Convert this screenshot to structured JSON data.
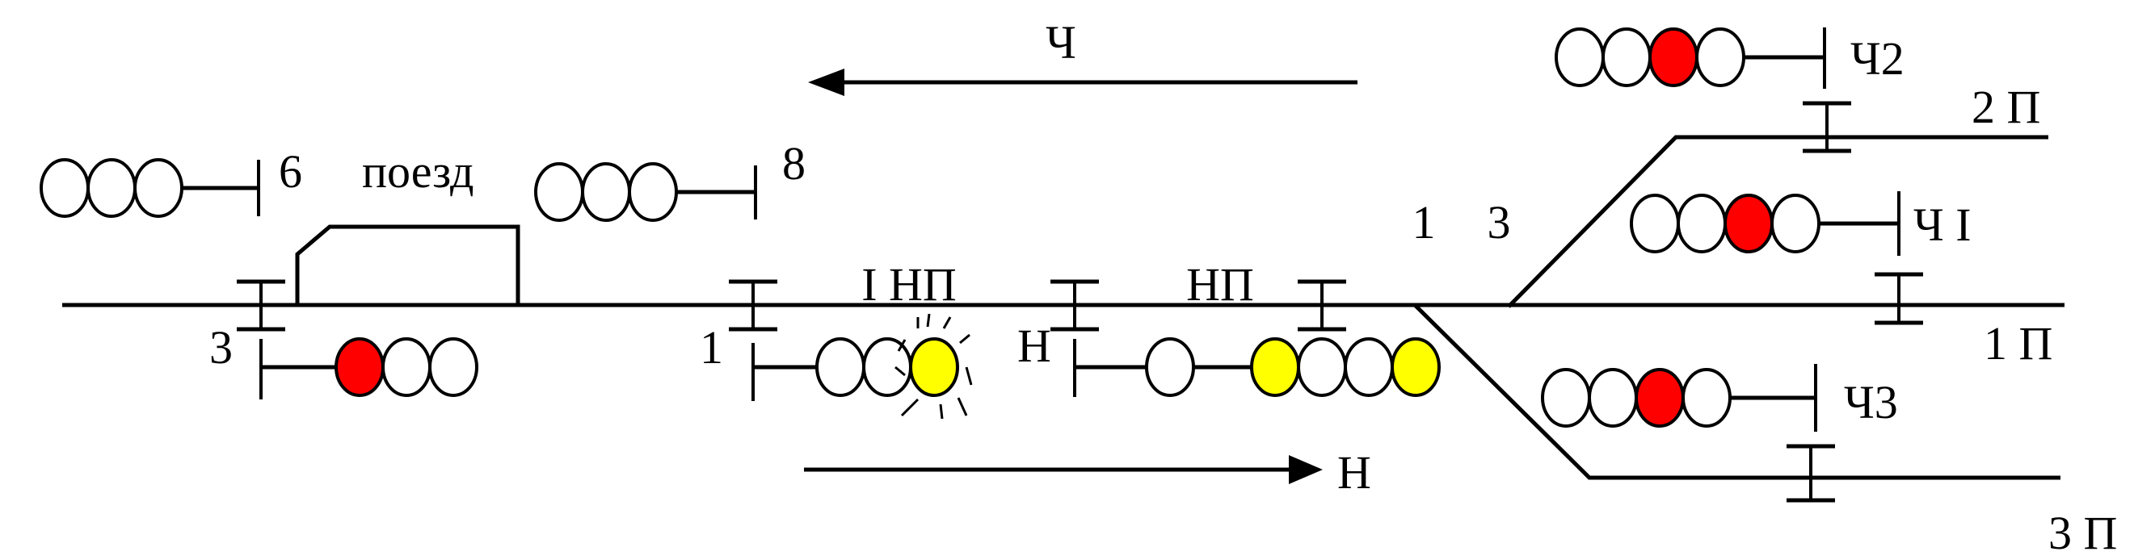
{
  "directions": {
    "odd": {
      "label": "Ч"
    },
    "even": {
      "label": "Н"
    }
  },
  "train": {
    "label": "поезд"
  },
  "sections": {
    "i_np": "I НП",
    "np": "НП",
    "track_2": "2 П",
    "track_1": "1 П",
    "track_3": "3 П"
  },
  "switches": {
    "sw1": "1",
    "sw3": "3"
  },
  "colors": {
    "red": "#ff0000",
    "yellow": "#ffff00",
    "off": "#ffffff"
  },
  "signals": {
    "s6": {
      "label": "6",
      "lamps": [
        "off",
        "off",
        "off"
      ]
    },
    "s8": {
      "label": "8",
      "lamps": [
        "off",
        "off",
        "off"
      ]
    },
    "s3": {
      "label": "3",
      "lamps": [
        "red",
        "off",
        "off"
      ]
    },
    "s1": {
      "label": "1",
      "lamps": [
        "off",
        "off",
        "yellow"
      ],
      "blinking_lamp": 2
    },
    "sN": {
      "label": "Н",
      "lamps": [
        "off",
        "yellow",
        "off",
        "off",
        "yellow"
      ]
    },
    "sCh2": {
      "label": "Ч2",
      "lamps": [
        "off",
        "off",
        "red",
        "off"
      ]
    },
    "sChI": {
      "label": "Ч I",
      "lamps": [
        "off",
        "off",
        "red",
        "off"
      ]
    },
    "sCh3": {
      "label": "Ч3",
      "lamps": [
        "off",
        "off",
        "red",
        "off"
      ]
    }
  }
}
